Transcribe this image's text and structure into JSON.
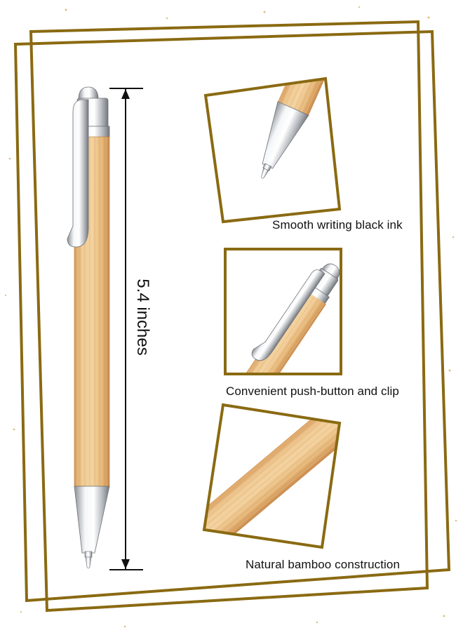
{
  "dimension": {
    "label": "5.4 inches"
  },
  "features": [
    {
      "caption": "Smooth writing black ink",
      "icon": "pen-tip-closeup"
    },
    {
      "caption": "Convenient push-button and clip",
      "icon": "pen-clip-closeup"
    },
    {
      "caption": "Natural bamboo construction",
      "icon": "bamboo-barrel-closeup"
    }
  ],
  "colors": {
    "frame": "#8a6a12",
    "bamboo": "#e3b77a",
    "metal": "#c7cbd0",
    "background": "#ffffff"
  }
}
